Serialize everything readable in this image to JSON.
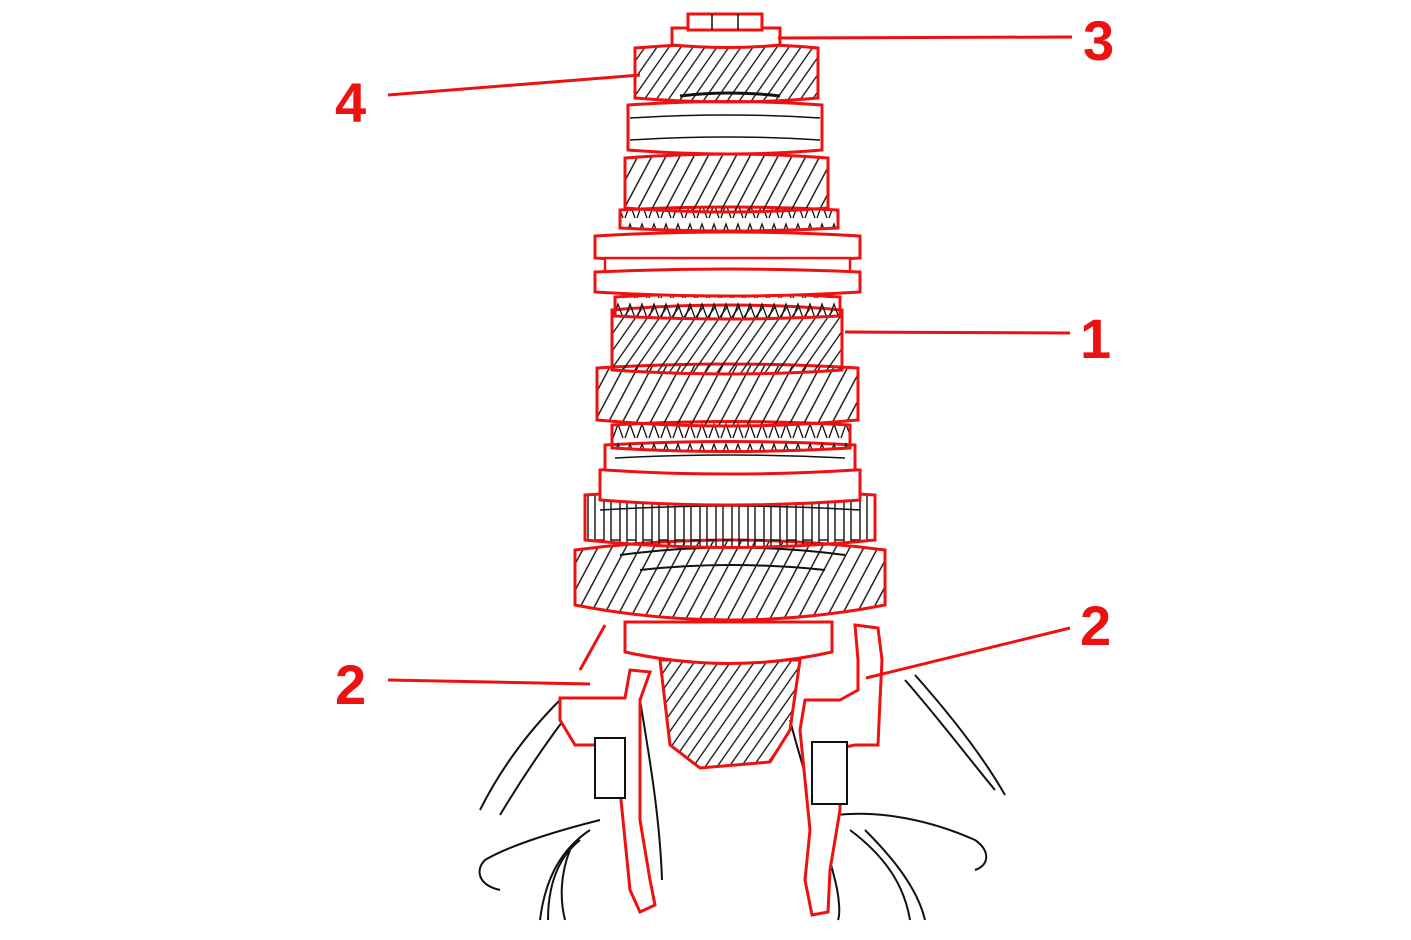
{
  "diagram": {
    "colors": {
      "highlight": "#ee1111",
      "line": "#111111",
      "background": "#ffffff"
    },
    "callouts": [
      {
        "label": "1",
        "target": "gear-stack"
      },
      {
        "label": "2",
        "target": "support-fixture-left"
      },
      {
        "label": "2",
        "target": "support-fixture-right"
      },
      {
        "label": "3",
        "target": "shaft-end"
      },
      {
        "label": "4",
        "target": "top-gear"
      }
    ]
  }
}
